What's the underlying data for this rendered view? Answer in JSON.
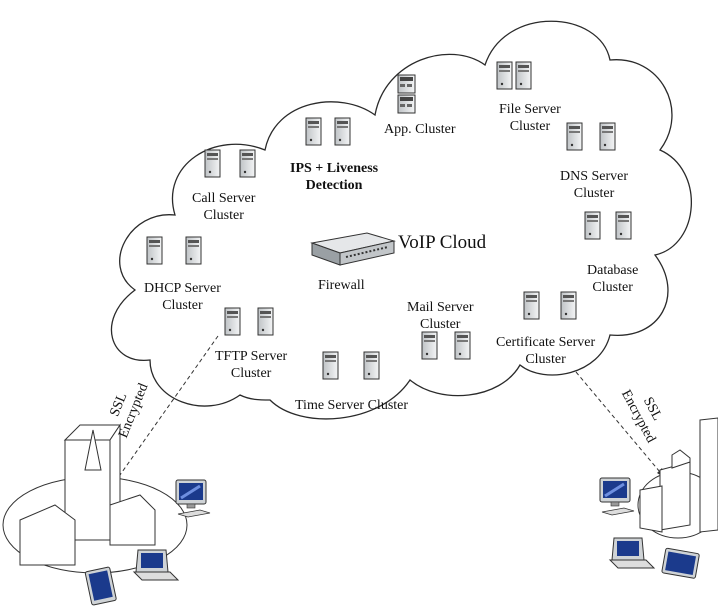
{
  "cloud_title": "VoIP Cloud",
  "nodes": {
    "app": [
      "App. Cluster"
    ],
    "file": [
      "File Server",
      "Cluster"
    ],
    "ips": [
      "IPS + Liveness",
      "Detection"
    ],
    "call": [
      "Call Server",
      "Cluster"
    ],
    "dns": [
      "DNS Server",
      "Cluster"
    ],
    "database": [
      "Database",
      "Cluster"
    ],
    "dhcp": [
      "DHCP Server",
      "Cluster"
    ],
    "firewall": [
      "Firewall"
    ],
    "mail": [
      "Mail Server",
      "Cluster"
    ],
    "certificate": [
      "Certificate Server",
      "Cluster"
    ],
    "tftp": [
      "TFTP Server",
      "Cluster"
    ],
    "time": [
      "Time Server Cluster"
    ]
  },
  "links": {
    "left": [
      "SSL",
      "Encrypted"
    ],
    "right": [
      "SSL",
      "Encrypted"
    ]
  }
}
